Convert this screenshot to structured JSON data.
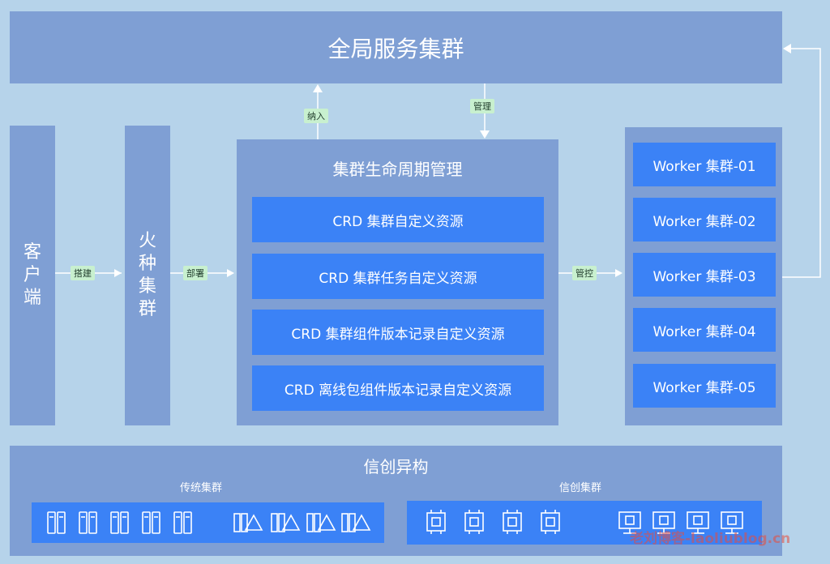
{
  "global_cluster": {
    "label": "全局服务集群"
  },
  "client": {
    "chars": [
      "客",
      "户",
      "端"
    ]
  },
  "bootstrap": {
    "chars": [
      "火",
      "种",
      "集",
      "群"
    ]
  },
  "edges": {
    "build": "搭建",
    "deploy": "部署",
    "include": "纳入",
    "manage": "管理",
    "control": "管控"
  },
  "lifecycle": {
    "title": "集群生命周期管理",
    "items": [
      "CRD 集群自定义资源",
      "CRD 集群任务自定义资源",
      "CRD 集群组件版本记录自定义资源",
      "CRD 离线包组件版本记录自定义资源"
    ]
  },
  "workers": [
    "Worker 集群-01",
    "Worker 集群-02",
    "Worker 集群-03",
    "Worker 集群-04",
    "Worker 集群-05"
  ],
  "xinchuang": {
    "title": "信创异构",
    "traditional_label": "传统集群",
    "xinchuang_label": "信创集群"
  },
  "watermark": "老刘博客-laoliublog.cn",
  "colors": {
    "background": "#b6d3ea",
    "panel": "#7f9fd4",
    "box": "#3b82f6",
    "tag": "#c8f0cf",
    "arrow": "#ffffff"
  }
}
